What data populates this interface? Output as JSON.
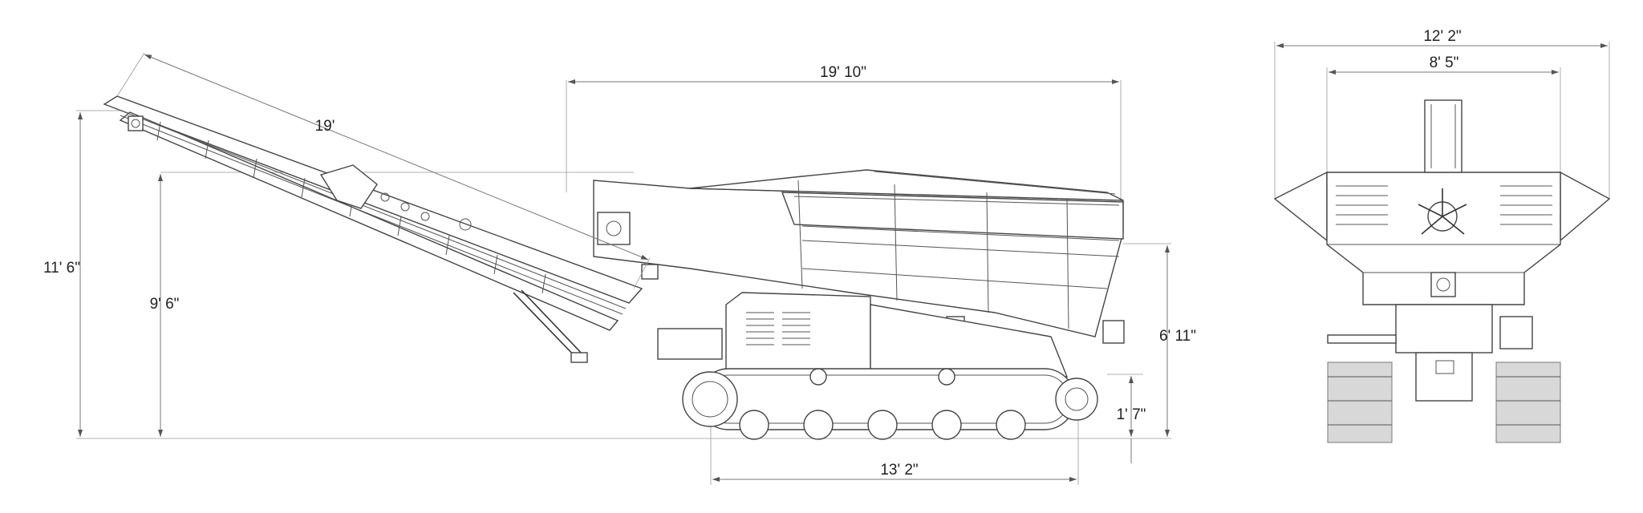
{
  "side_view": {
    "overall_height": "11' 6\"",
    "discharge_height": "9' 6\"",
    "conveyor_length": "19'",
    "hopper_length": "19' 10\"",
    "hopper_height": "6' 11\"",
    "track_height": "1' 7\"",
    "track_length": "13' 2\""
  },
  "front_view": {
    "overall_width": "12' 2\"",
    "hopper_width": "8' 5\""
  }
}
